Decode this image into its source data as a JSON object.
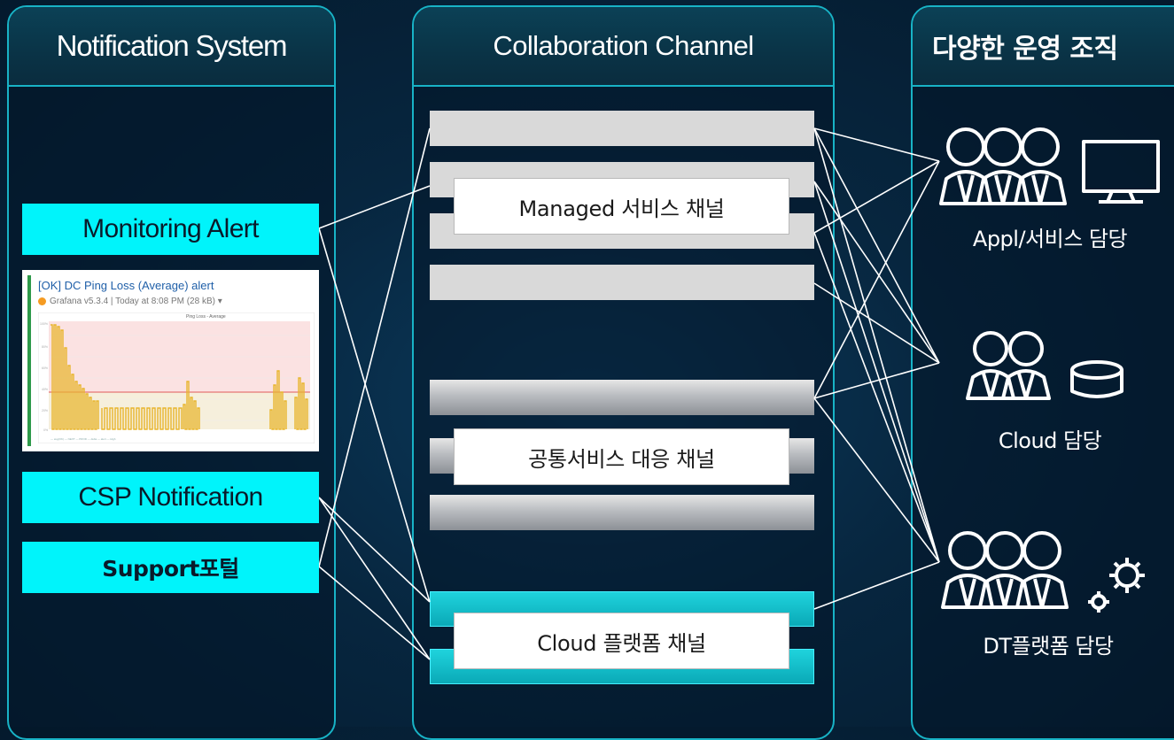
{
  "columns": {
    "left": {
      "title": "Notification System"
    },
    "middle": {
      "title": "Collaboration Channel"
    },
    "right": {
      "title": "다양한 운영 조직"
    }
  },
  "sources": {
    "monitoring_alert": "Monitoring Alert",
    "csp_notification": "CSP Notification",
    "support_portal": "Support포털"
  },
  "alert_preview": {
    "title": "[OK] DC Ping Loss (Average) alert",
    "meta": "Grafana v5.3.4 | Today at 8:08 PM (28 kB) ▾",
    "chart_title": "Ping Loss - Average"
  },
  "channels": {
    "managed": "Managed 서비스 채널",
    "common": "공통서비스 대응 채널",
    "cloud_platform": "Cloud 플랫폼 채널"
  },
  "teams": {
    "appl": "Appl/서비스 담당",
    "cloud": "Cloud 담당",
    "dt": "DT플랫폼 담당"
  },
  "icons": {
    "appl": "users-monitor-icon",
    "cloud": "users-database-icon",
    "dt": "users-gears-icon"
  },
  "colors": {
    "accent": "#18b3c6",
    "source_box": "#00f4fb",
    "background": "#07263f"
  }
}
